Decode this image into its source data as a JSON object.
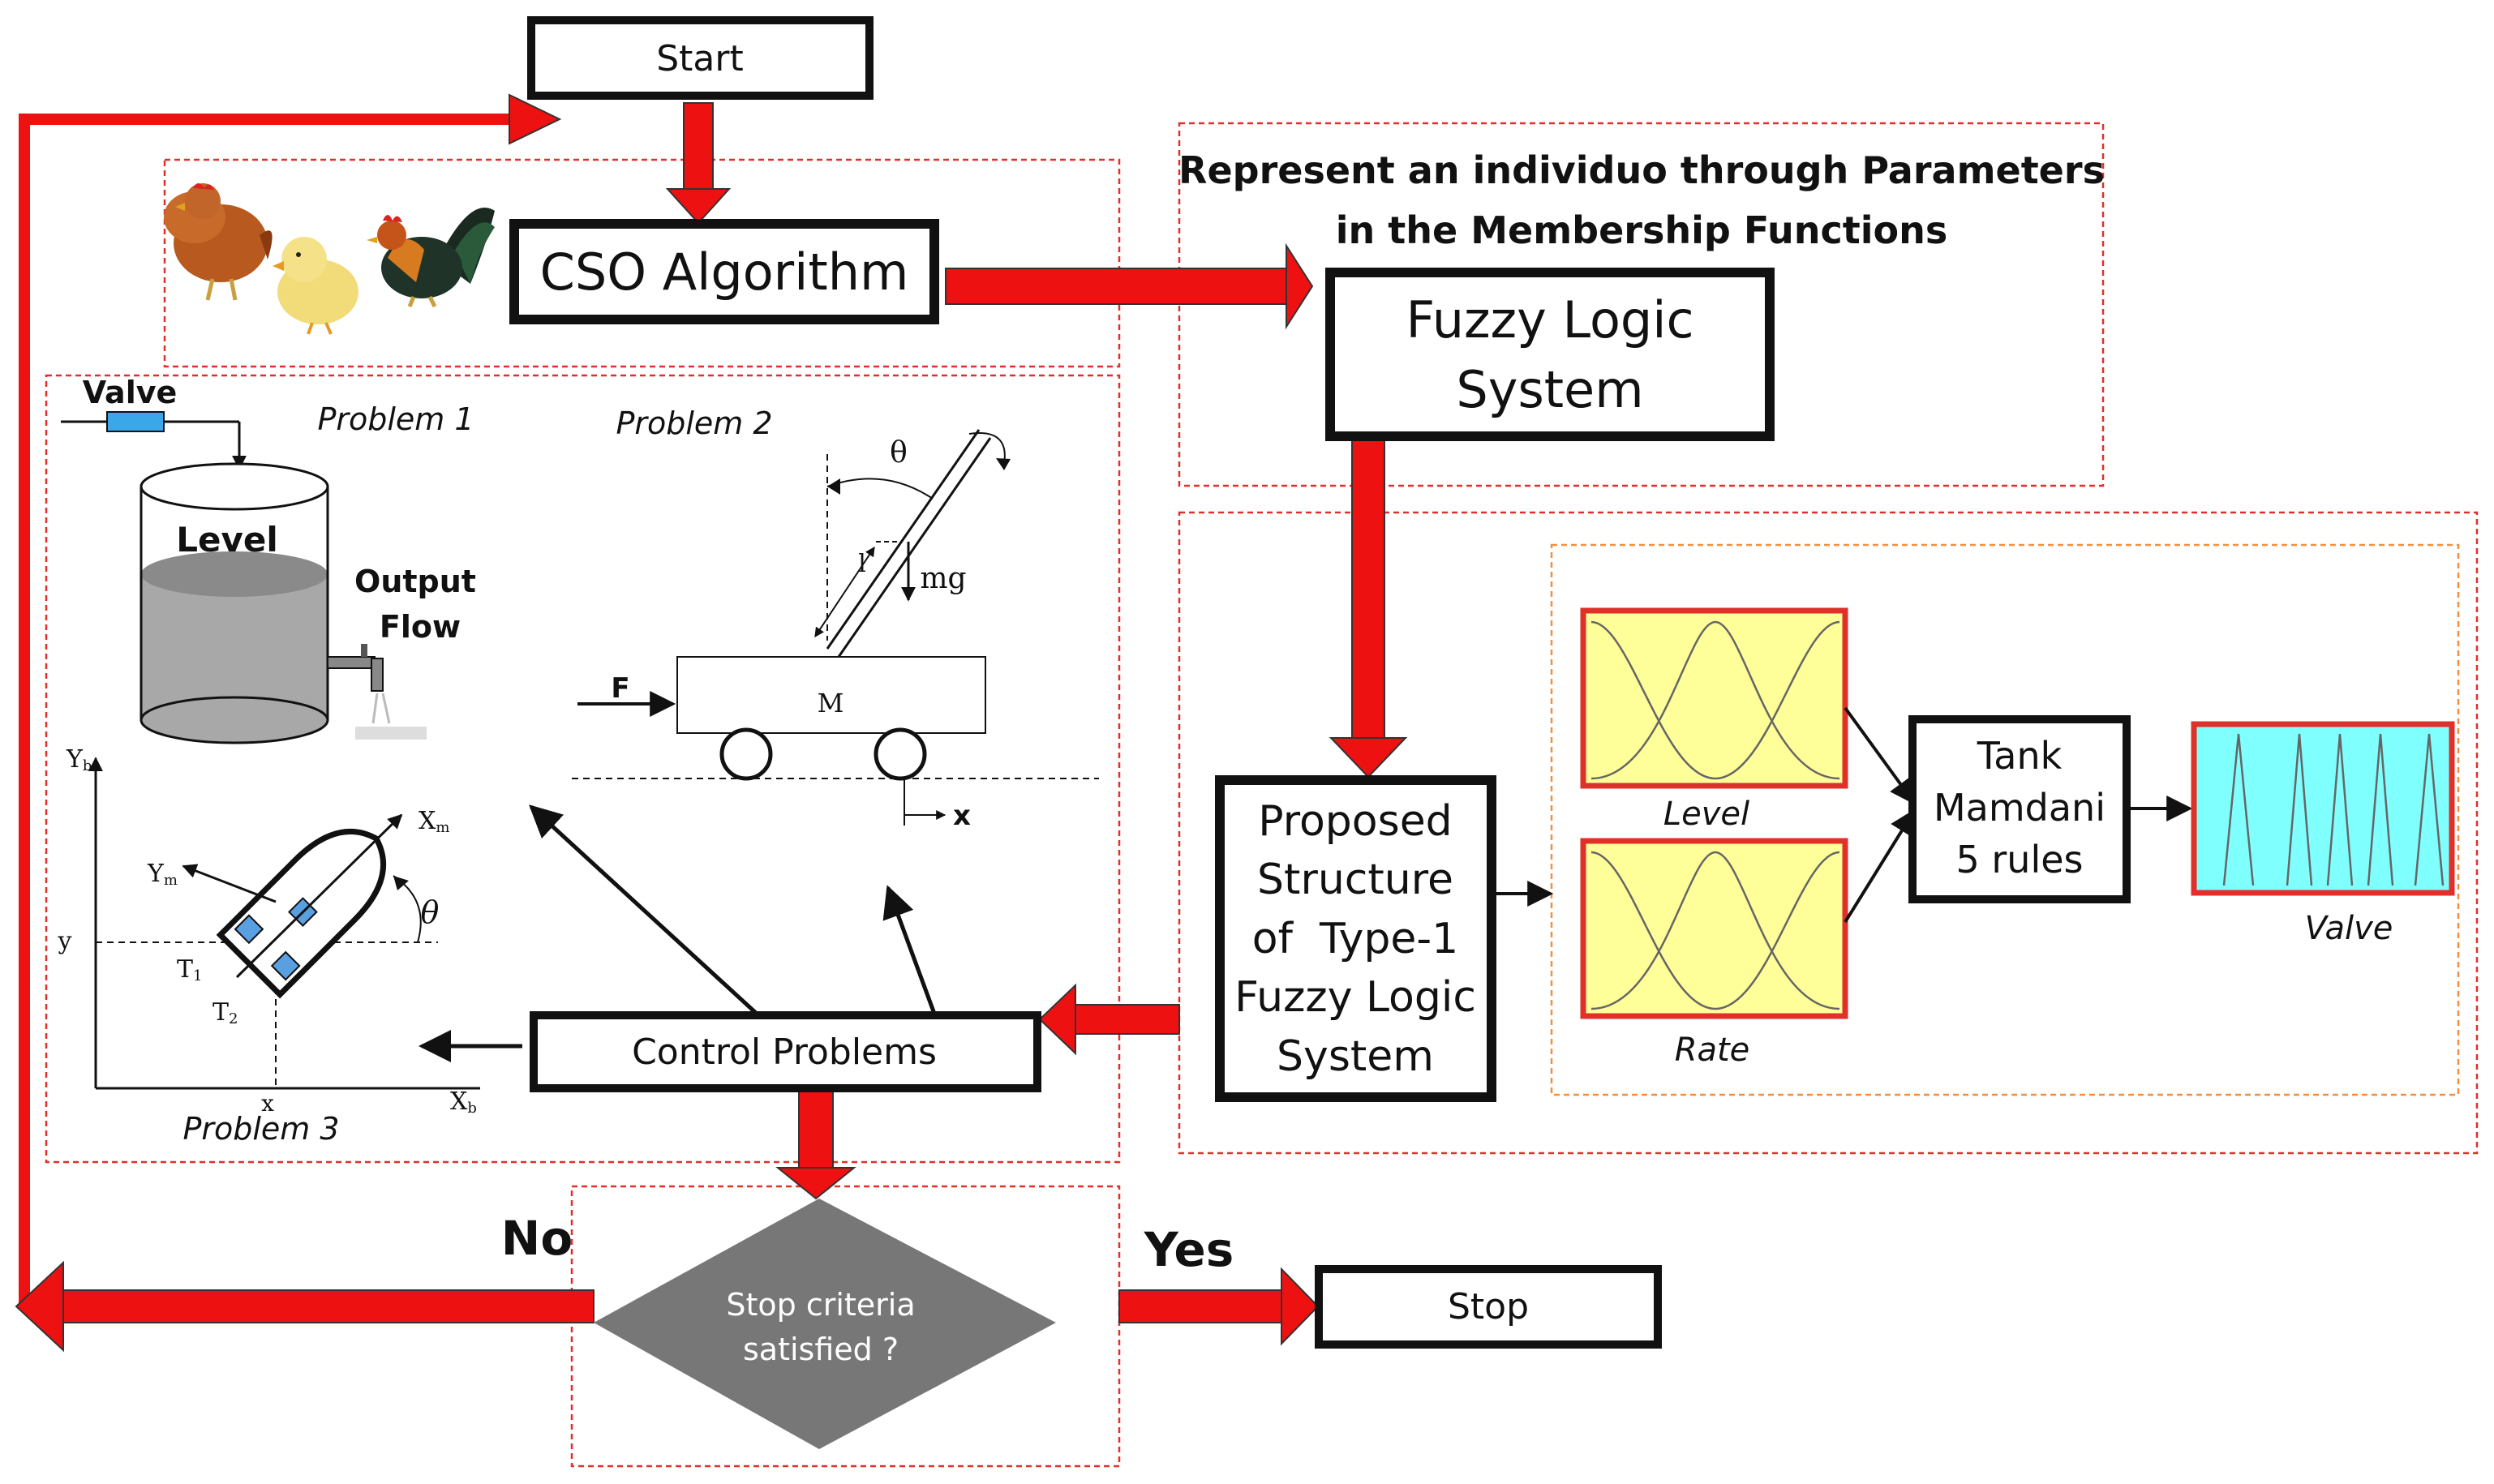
{
  "nodes": {
    "start": "Start",
    "cso": "CSO Algorithm",
    "representation_line1": "Represent an individuo through Parameters",
    "representation_line2": "in the Membership Functions",
    "fls_line1": "Fuzzy Logic",
    "fls_line2": "System",
    "proposed_lines": [
      "Proposed",
      "Structure",
      "of  Type-1",
      "Fuzzy Logic",
      "System"
    ],
    "tank_lines": [
      "Tank",
      "Mamdani",
      "5 rules"
    ],
    "control_problems": "Control Problems",
    "stop_criteria_line1": "Stop criteria",
    "stop_criteria_line2": "satisfied ?",
    "stop": "Stop"
  },
  "edges": {
    "no": "No",
    "yes": "Yes"
  },
  "mf_labels": {
    "level": "Level",
    "rate": "Rate",
    "valve": "Valve"
  },
  "problem1": {
    "title": "Problem 1",
    "valve": "Valve",
    "level": "Level",
    "output_line1": "Output",
    "output_line2": "Flow"
  },
  "problem2": {
    "title": "Problem 2",
    "theta": "θ",
    "mg": "mg",
    "l": "l",
    "force": "F",
    "mass": "M",
    "x": "x"
  },
  "problem3": {
    "title": "Problem 3",
    "yb": "Y",
    "yb_sub": "b",
    "xb": "X",
    "xb_sub": "b",
    "xm": "X",
    "xm_sub": "m",
    "ym": "Y",
    "ym_sub": "m",
    "t1": "T",
    "t1_sub": "1",
    "t2": "T",
    "t2_sub": "2",
    "y": "y",
    "x": "x",
    "theta": "θ"
  },
  "colors": {
    "arrow_red": "#ee1111",
    "dashed_red": "#e0302a",
    "dashed_orange": "#f09040",
    "mf_yellow": "#ffff99",
    "mf_cyan": "#80ffff",
    "diamond_gray": "#777777",
    "thruster_blue": "#5aa0e0"
  },
  "icons": [
    "hen-icon",
    "chick-icon",
    "rooster-icon",
    "water-tank-icon",
    "cart-pendulum-icon",
    "boat-icon"
  ]
}
